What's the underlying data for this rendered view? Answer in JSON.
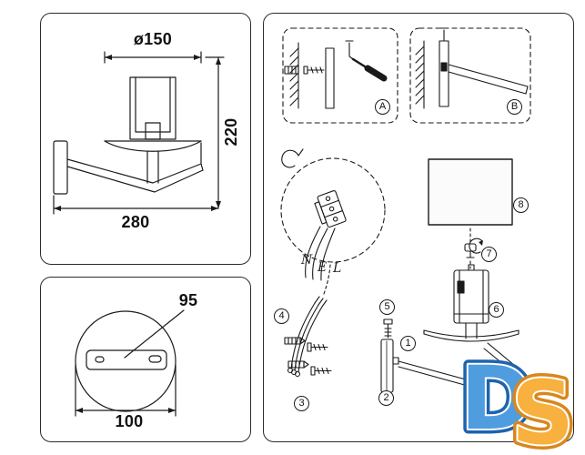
{
  "side_view": {
    "diameter": "ø150",
    "height": "220",
    "depth": "280"
  },
  "base_view": {
    "plate_width": "95",
    "diameter": "100"
  },
  "assembly": {
    "inset_a_label": "A",
    "inset_b_label": "B",
    "wire_labels": {
      "n": "N",
      "e": "E",
      "l": "L"
    },
    "parts": {
      "p1": "1",
      "p2": "2",
      "p3": "3",
      "p4": "4",
      "p5": "5",
      "p6": "6",
      "p7": "7",
      "p8": "8"
    }
  },
  "logo": {
    "d": "D",
    "s": "S",
    "d_fill": "#4f9ddf",
    "d_outline": "#1e63ae",
    "s_fill": "#f8b03e",
    "s_outline": "#d8871c"
  }
}
